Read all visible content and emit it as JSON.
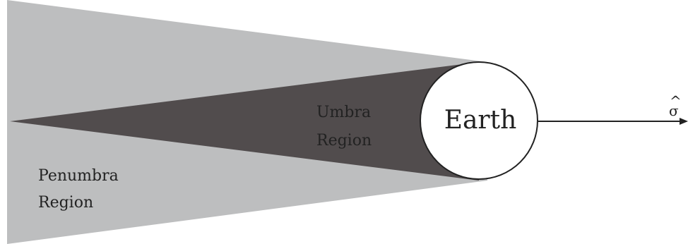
{
  "diagram": {
    "penumbra": {
      "line1": "Penumbra",
      "line2": "Region",
      "fill": "#bdbebf"
    },
    "umbra": {
      "line1": "Umbra",
      "line2": "Region",
      "fill": "#514c4d"
    },
    "earth": {
      "label": "Earth",
      "fill": "#ffffff",
      "stroke": "#222222"
    },
    "sun_direction": {
      "symbol": "σ",
      "hat": "^",
      "stroke": "#222222"
    }
  }
}
